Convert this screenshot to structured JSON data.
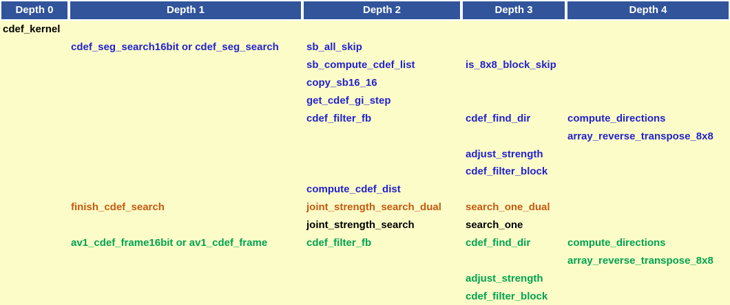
{
  "colors": {
    "header_bg": "#31549B",
    "header_text": "#FFFFFF",
    "page_bg": "#FCFCC8",
    "blue": "#2222CE",
    "orange": "#C55A11",
    "green": "#00A350",
    "black": "#000000"
  },
  "header": {
    "columns": [
      "Depth 0",
      "Depth 1",
      "Depth 2",
      "Depth 3",
      "Depth 4"
    ]
  },
  "rows": [
    {
      "cells": [
        {
          "col": 0,
          "text": "cdef_kernel",
          "color": "black"
        }
      ]
    },
    {
      "cells": [
        {
          "col": 1,
          "text": "cdef_seg_search16bit or cdef_seg_search",
          "color": "blue"
        },
        {
          "col": 2,
          "text": "sb_all_skip",
          "color": "blue"
        }
      ]
    },
    {
      "cells": [
        {
          "col": 2,
          "text": "sb_compute_cdef_list",
          "color": "blue"
        },
        {
          "col": 3,
          "text": "is_8x8_block_skip",
          "color": "blue"
        }
      ]
    },
    {
      "cells": [
        {
          "col": 2,
          "text": "copy_sb16_16",
          "color": "blue"
        }
      ]
    },
    {
      "cells": [
        {
          "col": 2,
          "text": "get_cdef_gi_step",
          "color": "blue"
        }
      ]
    },
    {
      "cells": [
        {
          "col": 2,
          "text": "cdef_filter_fb",
          "color": "blue"
        },
        {
          "col": 3,
          "text": "cdef_find_dir",
          "color": "blue"
        },
        {
          "col": 4,
          "text": "compute_directions",
          "color": "blue"
        }
      ]
    },
    {
      "cells": [
        {
          "col": 4,
          "text": "array_reverse_transpose_8x8",
          "color": "blue"
        }
      ]
    },
    {
      "cells": [
        {
          "col": 3,
          "text": "adjust_strength",
          "color": "blue"
        }
      ]
    },
    {
      "cells": [
        {
          "col": 3,
          "text": "cdef_filter_block",
          "color": "blue"
        }
      ]
    },
    {
      "cells": [
        {
          "col": 2,
          "text": "compute_cdef_dist",
          "color": "blue"
        }
      ]
    },
    {
      "cells": [
        {
          "col": 1,
          "text": "finish_cdef_search",
          "color": "orange"
        },
        {
          "col": 2,
          "text": "joint_strength_search_dual",
          "color": "orange"
        },
        {
          "col": 3,
          "text": "search_one_dual",
          "color": "orange"
        }
      ]
    },
    {
      "cells": [
        {
          "col": 2,
          "text": "joint_strength_search",
          "color": "black"
        },
        {
          "col": 3,
          "text": "search_one",
          "color": "black"
        }
      ]
    },
    {
      "cells": [
        {
          "col": 1,
          "text": "av1_cdef_frame16bit or av1_cdef_frame",
          "color": "green"
        },
        {
          "col": 2,
          "text": "cdef_filter_fb",
          "color": "green"
        },
        {
          "col": 3,
          "text": "cdef_find_dir",
          "color": "green"
        },
        {
          "col": 4,
          "text": "compute_directions",
          "color": "green"
        }
      ]
    },
    {
      "cells": [
        {
          "col": 4,
          "text": "array_reverse_transpose_8x8",
          "color": "green"
        }
      ]
    },
    {
      "cells": [
        {
          "col": 3,
          "text": "adjust_strength",
          "color": "green"
        }
      ]
    },
    {
      "cells": [
        {
          "col": 3,
          "text": "cdef_filter_block",
          "color": "green"
        }
      ]
    }
  ]
}
